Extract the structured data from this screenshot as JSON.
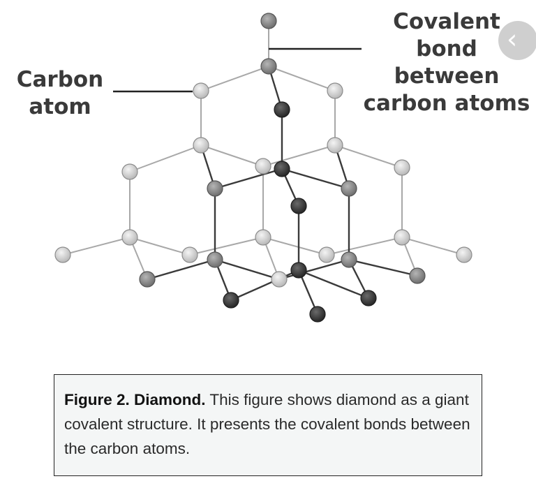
{
  "labels": {
    "carbon_atom": [
      "Carbon",
      "atom"
    ],
    "covalent_bond": [
      "Covalent bond",
      "between",
      "carbon atoms"
    ]
  },
  "nav": {
    "arrow_glyph": "‹"
  },
  "caption": {
    "title": "Figure 2. Diamond.",
    "text": " This figure shows diamond as a giant covalent structure. It presents the covalent bonds between the carbon atoms."
  },
  "colors": {
    "light_atom": "#d6d6d6",
    "mid_atom": "#8a8a8a",
    "dark_atom": "#3c3c3c",
    "light_bond": "#9b9b9b",
    "dark_bond": "#333333"
  }
}
